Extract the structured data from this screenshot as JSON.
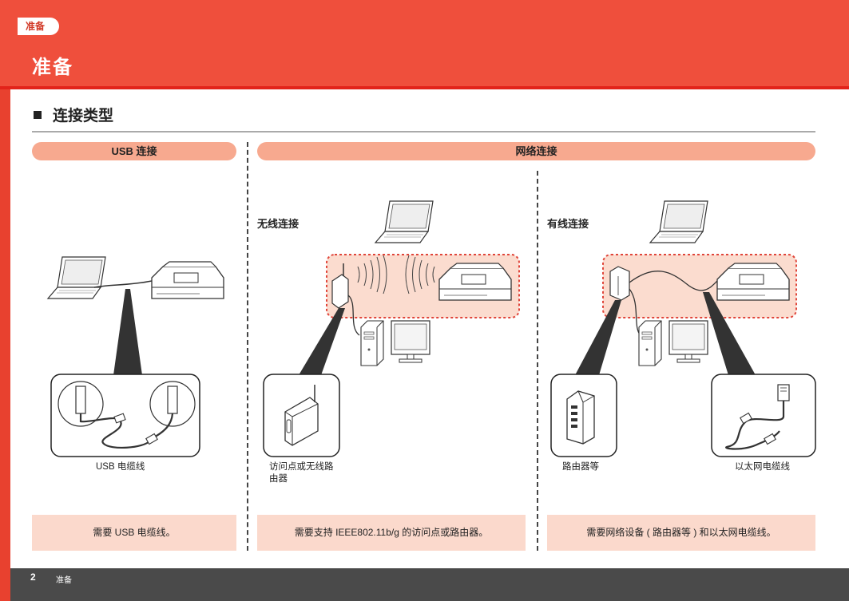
{
  "header": {
    "tab_label": "准备",
    "title": "准备"
  },
  "section": {
    "title": "连接类型"
  },
  "columns": {
    "usb": {
      "bar_label": "USB 连接",
      "caption": "USB 电缆线",
      "note": "需要 USB 电缆线。"
    },
    "network": {
      "bar_label": "网络连接",
      "wireless": {
        "title": "无线连接",
        "caption_line1": "访问点或无线路",
        "caption_line2": "由器",
        "note": "需要支持 IEEE802.11b/g 的访问点或路由器。"
      },
      "wired": {
        "title": "有线连接",
        "caption_router": "路由器等",
        "caption_cable": "以太网电缆线",
        "note": "需要网络设备 ( 路由器等 ) 和以太网电缆线。"
      }
    }
  },
  "footer": {
    "page_number": "2",
    "label": "准备"
  },
  "colors": {
    "header_red": "#ef4f3c",
    "accent_bar": "#f7a98f",
    "note_bg": "#fbd9cc",
    "footer_gray": "#4a4a4a"
  },
  "icons": [
    "laptop-icon",
    "printer-icon",
    "usb-cable-icon",
    "access-point-icon",
    "desktop-pc-icon",
    "monitor-icon",
    "router-icon",
    "ethernet-cable-icon",
    "wireless-waves-icon"
  ]
}
